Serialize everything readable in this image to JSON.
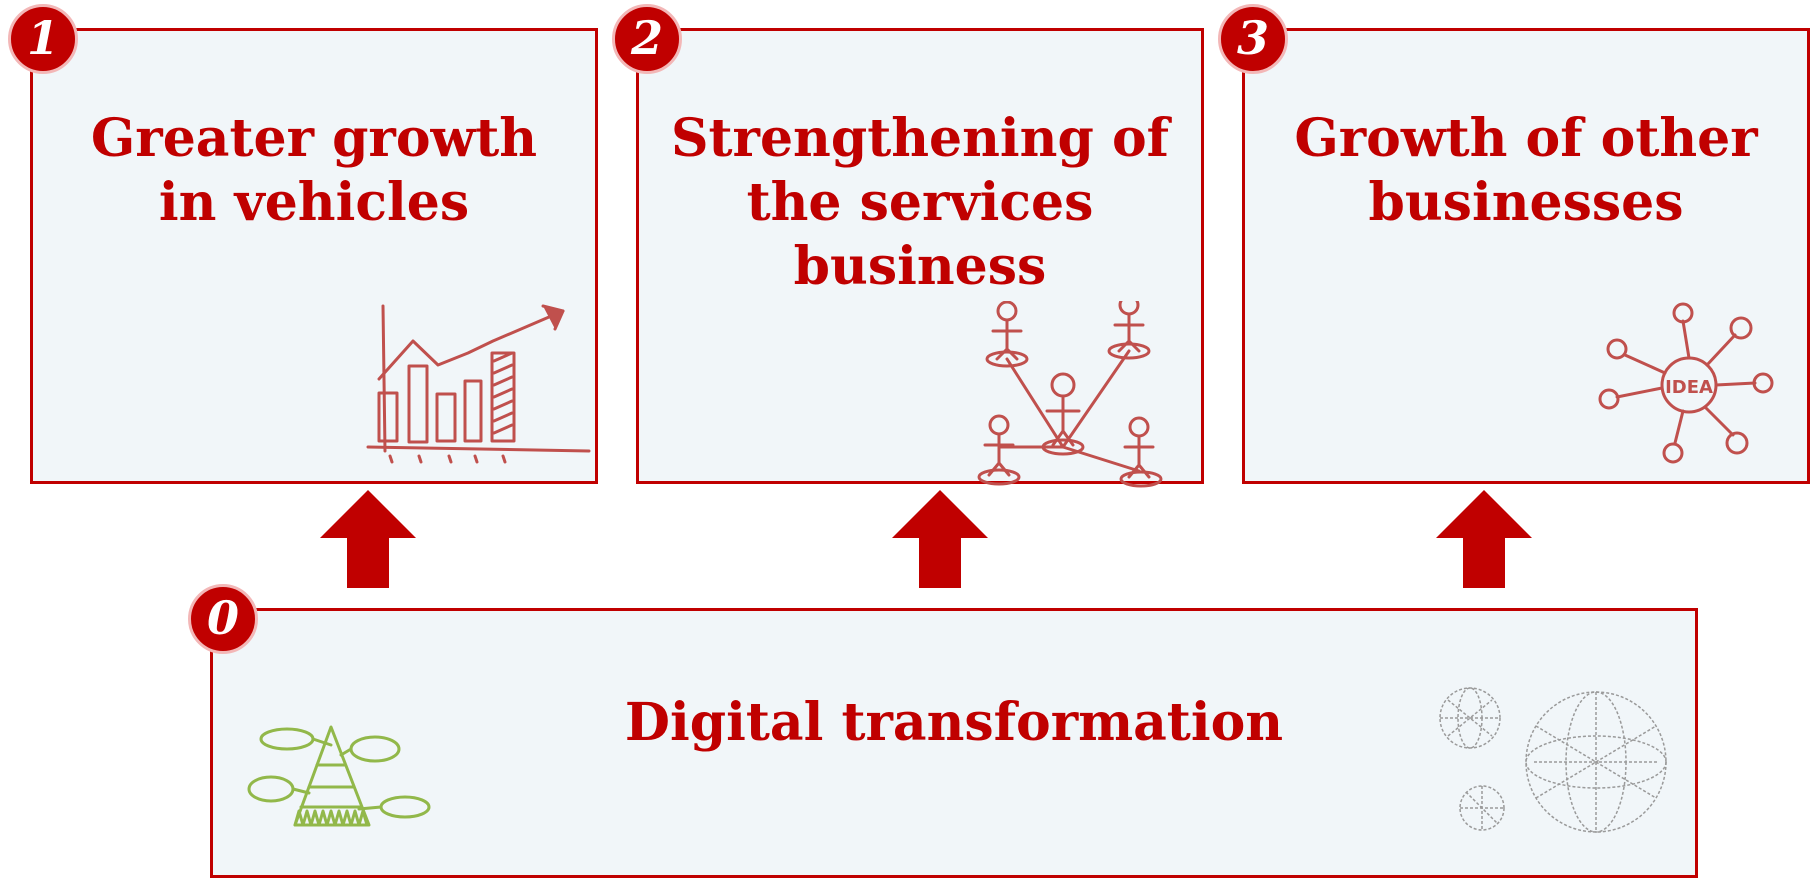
{
  "boxes": [
    {
      "number": "1",
      "title": "Greater growth in vehicles",
      "icon": "growth-chart-icon"
    },
    {
      "number": "2",
      "title": "Strengthening of the services business",
      "icon": "people-network-icon"
    },
    {
      "number": "3",
      "title": "Growth of other businesses",
      "icon": "idea-network-icon"
    }
  ],
  "foundation": {
    "number": "0",
    "title": "Digital transformation",
    "icons": [
      "pyramid-icon",
      "globe-network-icon"
    ]
  },
  "colors": {
    "accent": "#c00000",
    "box_fill": "#f1f6f9",
    "badge_ring": "#f3b7b7",
    "sketch_green": "#92b84a",
    "sketch_gray": "#9a9a9a"
  }
}
